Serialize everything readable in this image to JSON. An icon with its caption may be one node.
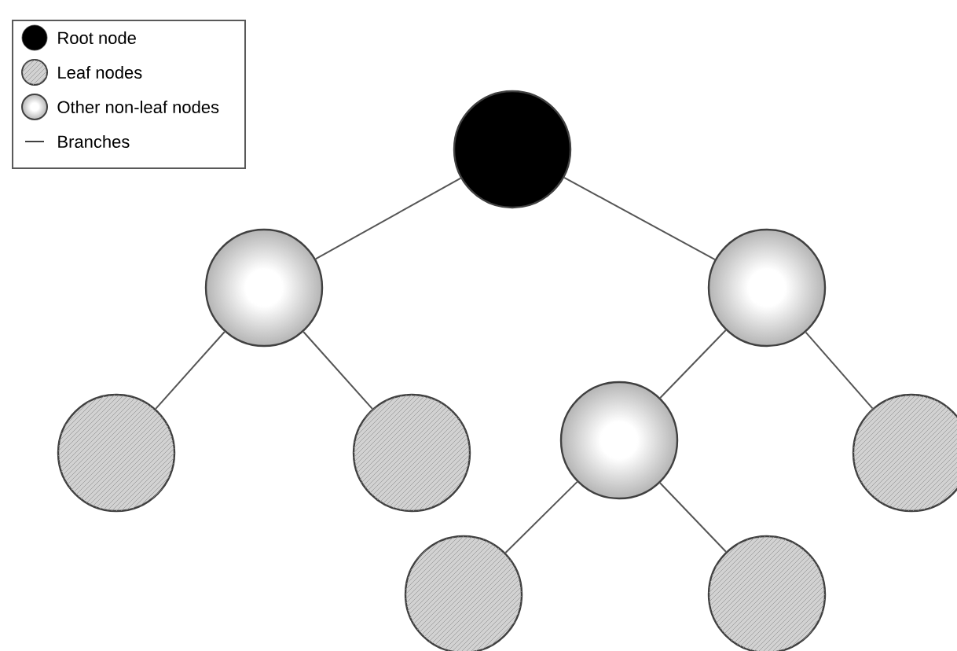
{
  "diagram": {
    "nodes": [
      {
        "text": [],
        "shape": "circle"
      },
      {
        "text": [],
        "shape": "circle"
      },
      {
        "text": [],
        "shape": "circle"
      },
      {
        "text": [],
        "shape": "circle"
      },
      {
        "text": [],
        "shape": "circle"
      },
      {
        "text": [],
        "shape": "circle"
      },
      {
        "text": [],
        "shape": "circle"
      },
      {
        "text": [],
        "shape": "circle"
      },
      {
        "text": [],
        "shape": "circle"
      }
    ],
    "edges": [
      {
        "from": 0,
        "to": 1,
        "arrow": "none"
      },
      {
        "from": 0,
        "to": 2,
        "arrow": "none"
      },
      {
        "from": 1,
        "to": 3,
        "arrow": "none"
      },
      {
        "from": 1,
        "to": 4,
        "arrow": "none"
      },
      {
        "from": 2,
        "to": 5,
        "arrow": "none"
      },
      {
        "from": 2,
        "to": 6,
        "arrow": "none"
      },
      {
        "from": 5,
        "to": 7,
        "arrow": "none"
      },
      {
        "from": 5,
        "to": 8,
        "arrow": "none"
      }
    ],
    "legend": [
      {
        "text": "Root node",
        "color": "#000000"
      },
      {
        "text": "Leaf nodes"
      },
      {
        "text": "Other non-leaf nodes"
      },
      {
        "text": "Branches"
      }
    ]
  }
}
